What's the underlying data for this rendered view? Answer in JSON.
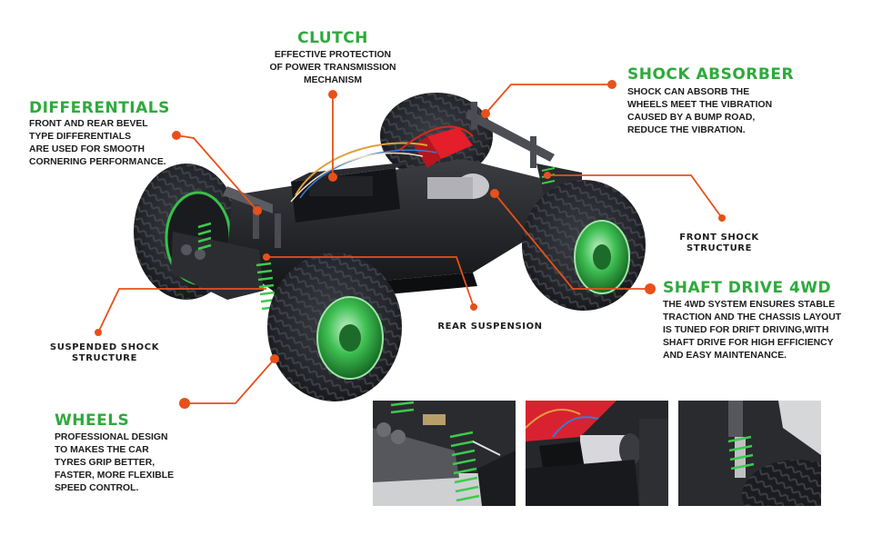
{
  "colors": {
    "title_green": "#2eaa3c",
    "leader_orange": "#e8501a",
    "text_dark": "#1c1c1c",
    "wheel_green": "#38c04a",
    "chassis_black": "#1e1e20"
  },
  "callouts": {
    "clutch": {
      "title": "CLUTCH",
      "lines": [
        "EFFECTIVE PROTECTION",
        "OF POWER TRANSMISSION",
        "MECHANISM"
      ]
    },
    "differentials": {
      "title": "DIFFERENTIALS",
      "lines": [
        "FRONT AND REAR BEVEL",
        "TYPE DIFFERENTIALS",
        "ARE USED FOR SMOOTH",
        "CORNERING PERFORMANCE."
      ]
    },
    "shock_absorber": {
      "title": "SHOCK ABSORBER",
      "lines": [
        "SHOCK CAN ABSORB THE",
        "WHEELS MEET THE VIBRATION",
        "CAUSED BY A BUMP ROAD,",
        "REDUCE THE VIBRATION."
      ]
    },
    "front_shock": {
      "lines": [
        "FRONT SHOCK",
        "STRUCTURE"
      ]
    },
    "shaft_drive": {
      "title": "SHAFT DRIVE 4WD",
      "lines": [
        "THE 4WD SYSTEM ENSURES STABLE",
        "TRACTION AND THE CHASSIS LAYOUT",
        "IS TUNED FOR DRIFT DRIVING,WITH",
        "SHAFT DRIVE FOR HIGH EFFICIENCY",
        "AND EASY MAINTENANCE."
      ]
    },
    "rear_suspension": {
      "lines": [
        "REAR SUSPENSION"
      ]
    },
    "suspended_shock": {
      "lines": [
        "SUSPENDED SHOCK",
        "STRUCTURE"
      ]
    },
    "wheels": {
      "title": "WHEELS",
      "lines": [
        "PROFESSIONAL DESIGN",
        "TO MAKES THE CAR",
        "TYRES GRIP BETTER,",
        "FASTER, MORE FLEXIBLE",
        "SPEED CONTROL."
      ]
    }
  },
  "insets": [
    {
      "subject": "rear-shock-closeup"
    },
    {
      "subject": "motor-closeup"
    },
    {
      "subject": "front-shock-closeup"
    }
  ]
}
